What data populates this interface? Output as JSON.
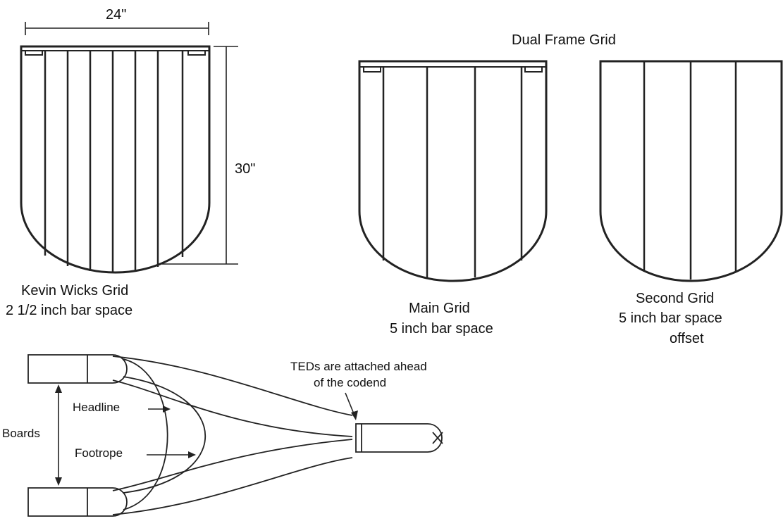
{
  "kevin_wicks_grid": {
    "width_label": "24\"",
    "height_label": "30\"",
    "caption_line1": "Kevin Wicks Grid",
    "caption_line2": "2 1/2 inch bar space"
  },
  "dual_frame": {
    "title": "Dual Frame Grid",
    "main_grid": {
      "caption_line1": "Main Grid",
      "caption_line2": "5 inch bar space"
    },
    "second_grid": {
      "caption_line1": "Second Grid",
      "caption_line2": "5 inch bar space",
      "caption_line3": "offset"
    }
  },
  "trawl": {
    "boards_label": "Boards",
    "headline_label": "Headline",
    "footrope_label": "Footrope",
    "ted_note_line1": "TEDs are attached ahead",
    "ted_note_line2": "of the codend"
  }
}
